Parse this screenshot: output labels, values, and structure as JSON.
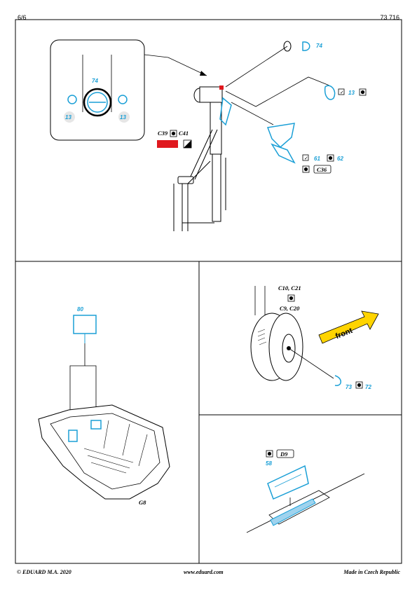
{
  "header": {
    "page_number": "6/6",
    "kit_number": "73 716"
  },
  "footer": {
    "copyright": "© EDUARD  M.A. 2020",
    "website": "www.eduard.com",
    "origin": "Made in Czech Republic"
  },
  "panel_top": {
    "inset_part": "74",
    "inset_part_left": "13",
    "inset_part_right": "13",
    "ring_part": "74",
    "bracket_part": "13",
    "clip_part_a": "61",
    "clip_part_b": "62",
    "paint_ref": "C36",
    "color_ref_a": "C39",
    "color_ref_b": "C41"
  },
  "panel_bottom_left": {
    "panel_part": "80",
    "assembly_ref": "G8"
  },
  "panel_right_mid": {
    "color_line_1": "C10, C21",
    "color_line_2": "C9, C20",
    "front_arrow": "front",
    "hook_part_a": "73",
    "hook_part_b": "72"
  },
  "panel_right_bottom": {
    "paint_ref": "D9",
    "strip_part": "58"
  },
  "colors": {
    "etch_part": "#1a9fd6",
    "red_swatch": "#e0181e",
    "line": "#000000",
    "arrow_fill": "#ffd400"
  }
}
